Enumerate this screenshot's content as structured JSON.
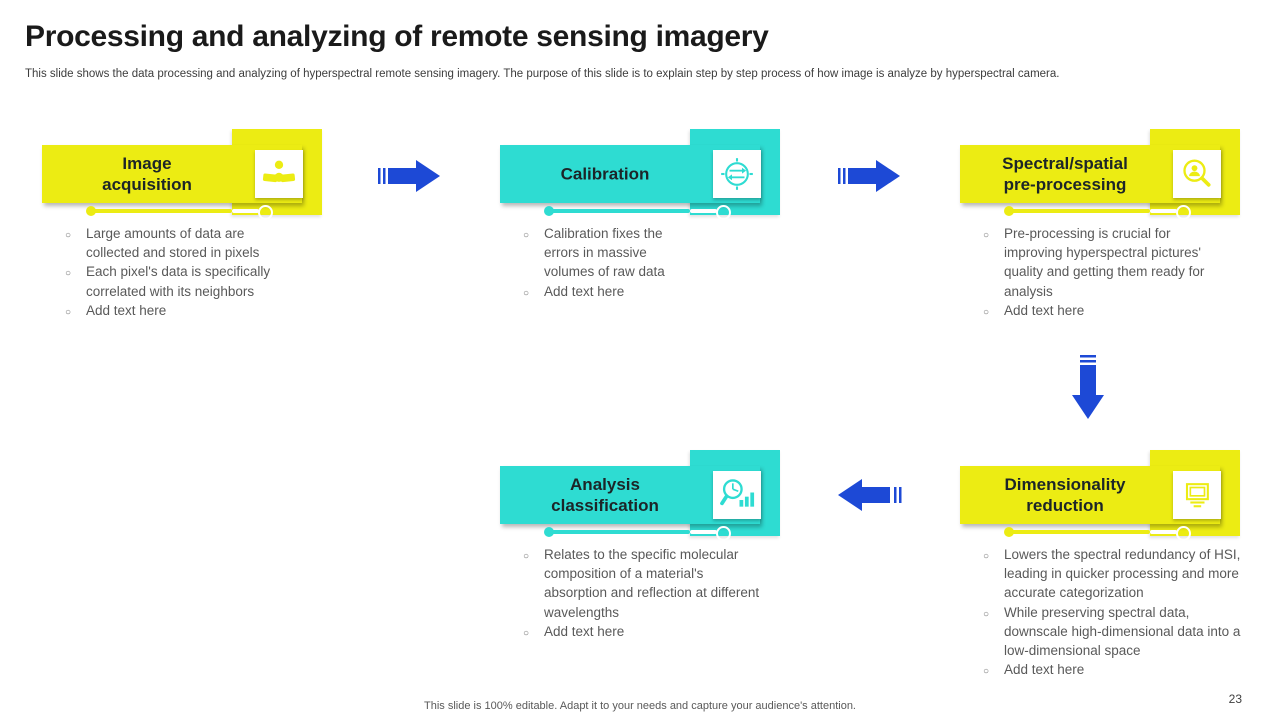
{
  "slide": {
    "title": "Processing and analyzing of remote sensing imagery",
    "subtitle": "This slide shows the data processing and analyzing of hyperspectral remote sensing imagery. The purpose of this slide is to explain step by step process of how image is analyze by hyperspectral camera.",
    "footer": "This slide is 100% editable. Adapt it to your needs and capture your audience's attention.",
    "page_number": "23"
  },
  "colors": {
    "yellow": "#ecec13",
    "cyan": "#2edcd2",
    "blue": "#1d49d6",
    "title_text": "#1a1a1a",
    "bullet_text": "#595959"
  },
  "steps": [
    {
      "title": "Image acquisition",
      "color": "yellow",
      "icon": "handshake-icon",
      "bullets": [
        "Large amounts of data are collected and stored in pixels",
        "Each pixel's data is specifically correlated with its neighbors",
        "Add text here"
      ]
    },
    {
      "title": "Calibration",
      "color": "cyan",
      "icon": "calibration-dial-icon",
      "bullets": [
        "Calibration fixes the errors in massive volumes of raw data",
        "Add text here"
      ]
    },
    {
      "title": "Spectral/spatial pre-processing",
      "color": "yellow",
      "icon": "magnifier-person-icon",
      "bullets": [
        "Pre-processing is crucial for improving hyperspectral pictures' quality and getting them ready for analysis",
        "Add text here"
      ]
    },
    {
      "title": "Dimensionality reduction",
      "color": "yellow",
      "icon": "monitor-layers-icon",
      "bullets": [
        "Lowers the spectral redundancy of HSI, leading in quicker processing and more accurate categorization",
        "While preserving spectral data, downscale high-dimensional data into a low-dimensional space",
        "Add text here"
      ]
    },
    {
      "title": "Analysis classification",
      "color": "cyan",
      "icon": "magnifier-chart-icon",
      "bullets": [
        "Relates to the specific molecular composition of a material's absorption and reflection at different wavelengths",
        "Add text here"
      ]
    }
  ]
}
